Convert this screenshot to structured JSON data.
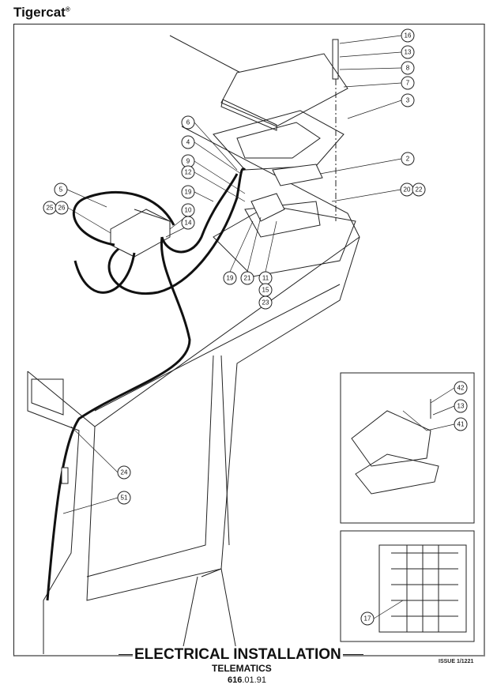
{
  "header": {
    "brand": "Tigercat",
    "registered": "®"
  },
  "footer": {
    "title": "ELECTRICAL INSTALLATION",
    "subtitle": "TELEMATICS",
    "code_bold": "616",
    "code_rest": ".01.91",
    "issue": "ISSUE 1/1221"
  },
  "callouts": [
    "16",
    "13",
    "8",
    "7",
    "3",
    "2",
    "20",
    "22",
    "6",
    "4",
    "9",
    "12",
    "19",
    "10",
    "14",
    "5",
    "25",
    "26",
    "19",
    "21",
    "11",
    "15",
    "23",
    "24",
    "51",
    "42",
    "13",
    "41",
    "17"
  ]
}
